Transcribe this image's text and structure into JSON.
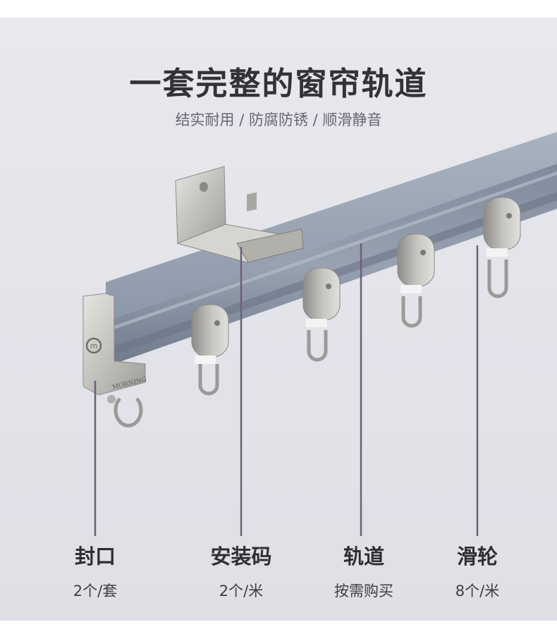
{
  "title": "一套完整的窗帘轨道",
  "subtitle": "结实耐用 / 防腐防锈 / 顺滑静音",
  "endcap_brand": "MORNING",
  "colors": {
    "background": "#e3e3ea",
    "rail": "#8a95a6",
    "metal": "#c9c8c4",
    "leader_line": "#6e5f78"
  },
  "parts": [
    {
      "name": "封口",
      "quantity": "2个/套"
    },
    {
      "name": "安装码",
      "quantity": "2个/米"
    },
    {
      "name": "轨道",
      "quantity": "按需购买"
    },
    {
      "name": "滑轮",
      "quantity": "8个/米"
    }
  ]
}
